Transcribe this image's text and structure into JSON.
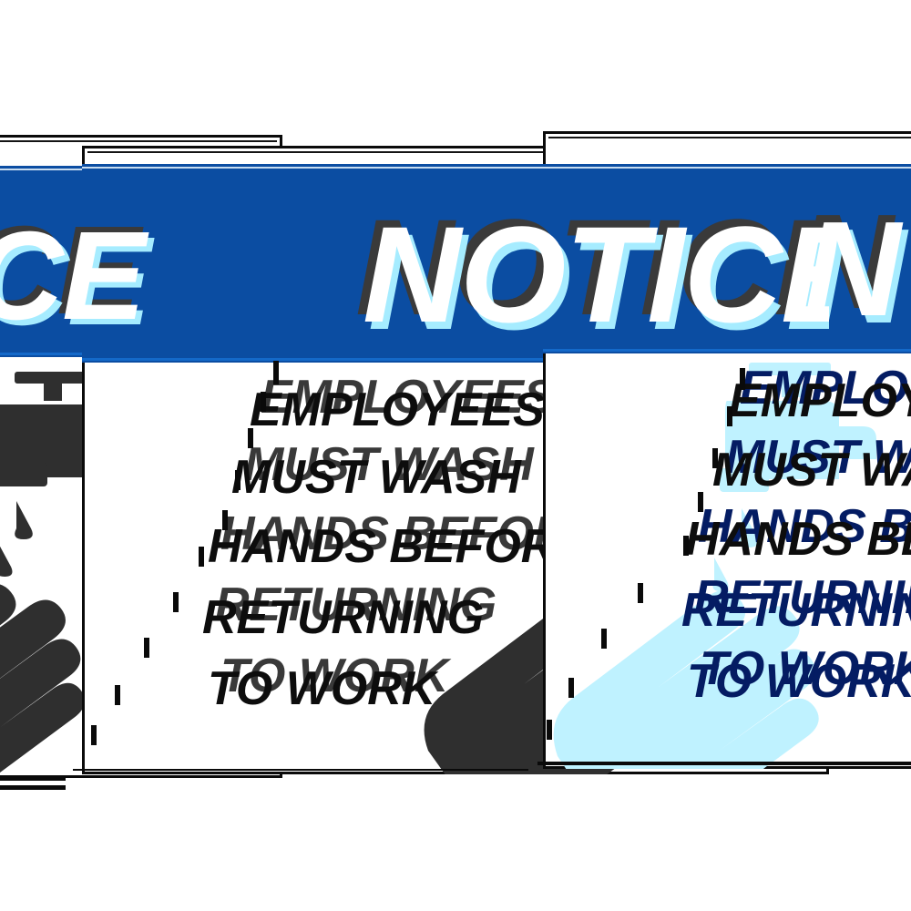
{
  "image": {
    "subject": "workplace hygiene notice signs",
    "render_note": "extreme zoom crop of three overlapping sign panels with ghosted duplicate text"
  },
  "colors": {
    "banner_blue": "#0b4da2",
    "banner_blue_light": "#1469c9",
    "headline_white": "#ffffff",
    "headline_cyan": "#a6ecff",
    "graphic_dark": "#2f2f2f",
    "graphic_cyan": "#bff2ff",
    "text_navy": "#041c63",
    "text_black": "#0d0d0d",
    "panel_white": "#ffffff",
    "border_black": "#0a0a0a"
  },
  "signs": [
    {
      "id": "sign-left",
      "headline": "NOTICE",
      "headline_visible_fragment": "OTICE",
      "body_lines": [
        "EMPLOYEES",
        "MUST WASH",
        "HANDS BEFORE",
        "RETURNING",
        "TO WORK"
      ],
      "body_visible_fragments": [
        "ES",
        "",
        "",
        "",
        ""
      ],
      "icon": "faucet-hand-icon",
      "icon_style": "dark"
    },
    {
      "id": "sign-center",
      "headline": "NOTICE",
      "headline_visible_fragment": "NOTICE",
      "body_lines": [
        "EMPLOYEES",
        "MUST WASH",
        "HANDS BEFORE",
        "RETURNING",
        "TO WORK"
      ],
      "icon": "faucet-hand-icon",
      "icon_style": "dark"
    },
    {
      "id": "sign-right",
      "headline": "NOTICE",
      "headline_visible_fragment": "N",
      "body_lines": [
        "EMPLOYEES",
        "MUST WASH",
        "HANDS BEFORE",
        "RETURNING",
        "TO WORK"
      ],
      "icon": "faucet-hand-icon",
      "icon_style": "cyan"
    }
  ],
  "glyphs": {
    "notice": "NOTICE",
    "line1": "EMPLOYEES",
    "line2": "MUST WASH",
    "line3": "HANDS BEFORE",
    "line4": "RETURNING",
    "line5": "TO WORK",
    "frag_left_headline": "OTICE",
    "frag_left_line1": "ES",
    "frag_right_headline": "N"
  }
}
